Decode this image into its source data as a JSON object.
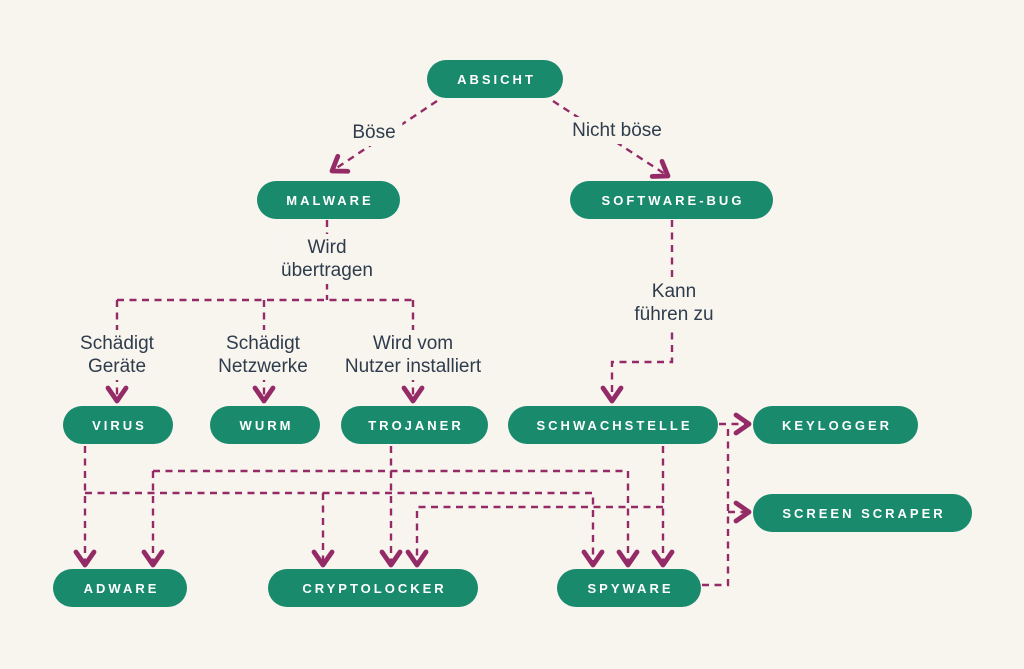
{
  "diagram": {
    "language": "de",
    "topic": "Malware-Klassifikation (Absicht, Verbreitung und Folgen)",
    "colors": {
      "background": "#f8f5ef",
      "node_fill": "#1a8a6d",
      "node_text": "#ffffff",
      "connector": "#942b67",
      "label_text": "#2e3c4c"
    },
    "nodes": {
      "absicht": "ABSICHT",
      "malware": "MALWARE",
      "software_bug": "SOFTWARE-BUG",
      "virus": "VIRUS",
      "wurm": "WURM",
      "trojaner": "TROJANER",
      "schwachstelle": "SCHWACHSTELLE",
      "keylogger": "KEYLOGGER",
      "screen_scraper": "SCREEN SCRAPER",
      "adware": "ADWARE",
      "cryptolocker": "CRYPTOLOCKER",
      "spyware": "SPYWARE"
    },
    "labels": {
      "boese": "Böse",
      "nicht_boese": "Nicht böse",
      "wird_uebertragen": "Wird\nübertragen",
      "kann_fuehren_zu": "Kann\nführen zu",
      "schaedigt_geraete": "Schädigt\nGeräte",
      "schaedigt_netzwerke": "Schädigt\nNetzwerke",
      "wird_vom_nutzer": "Wird vom\nNutzer installiert"
    },
    "edges": [
      {
        "from": "ABSICHT",
        "to": "MALWARE",
        "label": "Böse"
      },
      {
        "from": "ABSICHT",
        "to": "SOFTWARE-BUG",
        "label": "Nicht böse"
      },
      {
        "from": "MALWARE",
        "to": "VIRUS",
        "labels": [
          "Wird übertragen",
          "Schädigt Geräte"
        ]
      },
      {
        "from": "MALWARE",
        "to": "WURM",
        "labels": [
          "Wird übertragen",
          "Schädigt Netzwerke"
        ]
      },
      {
        "from": "MALWARE",
        "to": "TROJANER",
        "labels": [
          "Wird übertragen",
          "Wird vom Nutzer installiert"
        ]
      },
      {
        "from": "SOFTWARE-BUG",
        "to": "SCHWACHSTELLE",
        "label": "Kann führen zu"
      },
      {
        "from": "SCHWACHSTELLE",
        "to": "KEYLOGGER",
        "label": ""
      },
      {
        "from": "SCHWACHSTELLE",
        "to": "SPYWARE",
        "label": ""
      },
      {
        "from": "SCHWACHSTELLE",
        "to": "CRYPTOLOCKER",
        "label": ""
      },
      {
        "from": "VIRUS",
        "to": "ADWARE",
        "label": ""
      },
      {
        "from": "VIRUS",
        "to": "CRYPTOLOCKER",
        "label": ""
      },
      {
        "from": "VIRUS",
        "to": "SPYWARE",
        "label": ""
      },
      {
        "from": "TROJANER",
        "to": "ADWARE",
        "label": ""
      },
      {
        "from": "TROJANER",
        "to": "CRYPTOLOCKER",
        "label": ""
      },
      {
        "from": "TROJANER",
        "to": "SPYWARE",
        "label": ""
      },
      {
        "from": "SPYWARE",
        "to": "KEYLOGGER",
        "label": ""
      },
      {
        "from": "SPYWARE",
        "to": "SCREEN SCRAPER",
        "label": ""
      }
    ]
  }
}
